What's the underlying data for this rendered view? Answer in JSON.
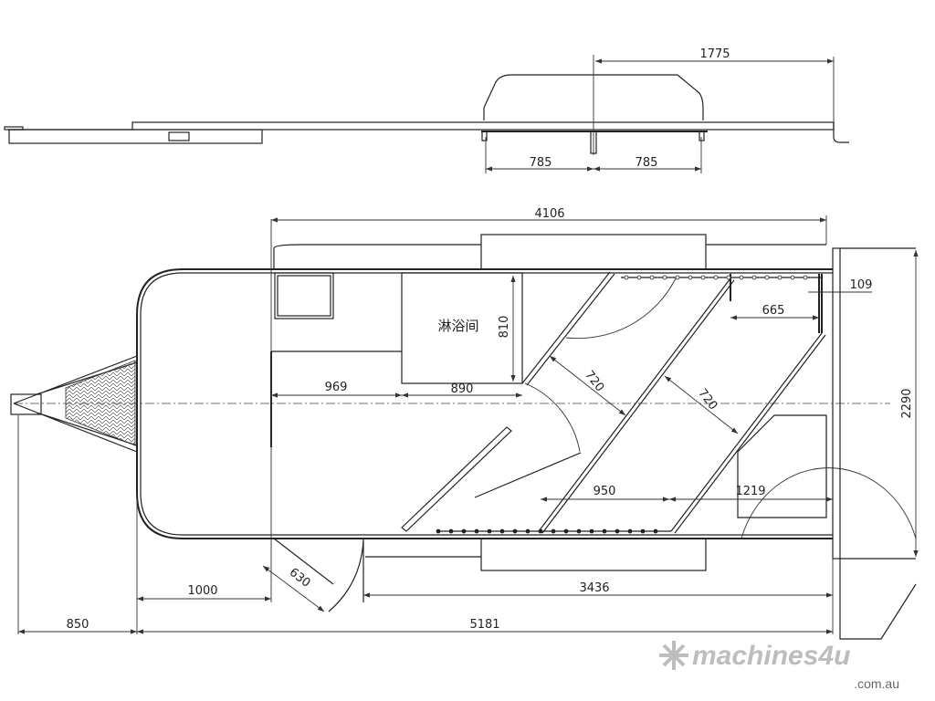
{
  "drawing": {
    "elevation": {
      "dim_total_rear": "1775",
      "dim_axle_front": "785",
      "dim_axle_rear": "785"
    },
    "plan": {
      "room_label": "淋浴间",
      "dim_overall_body": "4106",
      "dim_width": "2290",
      "dim_109": "109",
      "dim_665": "665",
      "dim_810": "810",
      "dim_969": "969",
      "dim_890": "890",
      "dim_720_a": "720",
      "dim_720_b": "720",
      "dim_950": "950",
      "dim_1219": "1219",
      "dim_630": "630",
      "dim_1000": "1000",
      "dim_3436": "3436",
      "dim_850": "850",
      "dim_5181": "5181"
    }
  },
  "logo": {
    "name": "machines4u",
    "suffix": ".com.au"
  }
}
